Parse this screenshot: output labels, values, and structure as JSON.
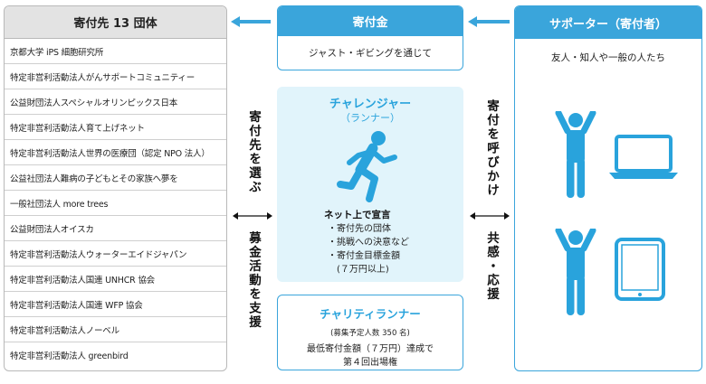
{
  "organizations": {
    "header": "寄付先 13 団体",
    "items": [
      "京都大学 iPS 細胞研究所",
      "特定非営利活動法人がんサポートコミュニティー",
      "公益財団法人スペシャルオリンピックス日本",
      "特定非営利活動法人育て上げネット",
      "特定非営利活動法人世界の医療団（認定 NPO 法人）",
      "公益社団法人難病の子どもとその家族へ夢を",
      "一般社団法人 more trees",
      "公益財団法人オイスカ",
      "特定非営利活動法人ウォーターエイドジャパン",
      "特定非営利活動法人国連 UNHCR 協会",
      "特定非営利活動法人国連 WFP 協会",
      "特定非営利活動法人ノーベル",
      "特定非営利活動法人 greenbird"
    ]
  },
  "flow_left": {
    "top": "寄付先を選ぶ",
    "bottom": "募金活動を支援"
  },
  "flow_right": {
    "top": "寄付を呼びかけ",
    "bottom": "共感・応援"
  },
  "donation": {
    "header": "寄付金",
    "sub": "ジャスト・ギビングを通じて"
  },
  "challenger": {
    "title": "チャレンジャー",
    "sub": "（ランナー）",
    "declaration_title": "ネット上で宣言",
    "declaration_items": [
      "・寄付先の団体",
      "・挑戦への決意など",
      "・寄付金目標金額",
      "　(７万円以上)"
    ]
  },
  "charity_runner": {
    "title": "チャリティランナー",
    "note": "(募集予定人数 350 名)",
    "condition_line1": "最低寄付金額（７万円）達成で",
    "condition_line2": "第４回出場権"
  },
  "supporters": {
    "header": "サポーター（寄付者）",
    "sub": "友人・知人や一般の人たち"
  },
  "colors": {
    "accent": "#3aa5db",
    "challenger_bg": "#e1f4fb",
    "org_header_bg": "#e3e3e3",
    "arrow": "#3aa5db"
  },
  "icons": [
    "arrow-left-icon",
    "double-arrow-icon",
    "runner-icon",
    "person-arms-up-icon",
    "laptop-icon",
    "tablet-icon"
  ]
}
